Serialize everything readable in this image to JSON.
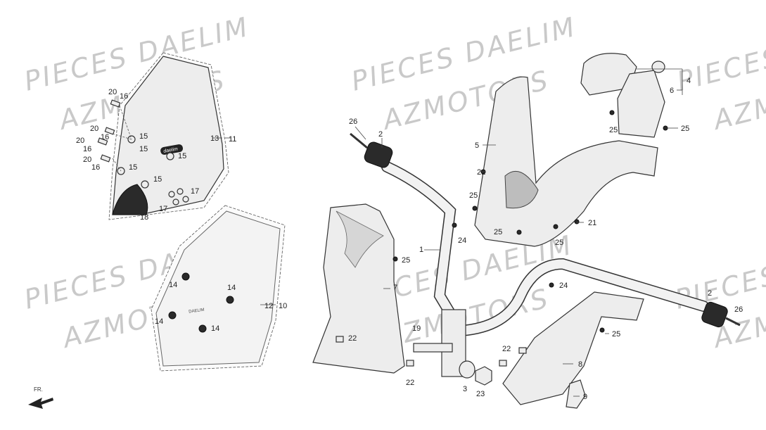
{
  "watermarks": [
    "PIECES DAELIM",
    "AZMOTORS",
    "PIECES DAELIM",
    "AZMOTORS",
    "PIECES DAELIM",
    "AZMOTORS",
    "PIECES DAELIM",
    "AZMOTORS",
    "PIECES",
    "AZM",
    "PIECES",
    "AZM"
  ],
  "direction_label": "FR.",
  "brand_text": {
    "windshield_logo": "daelim",
    "screen_logo": "DAELIM"
  },
  "callouts": {
    "c1": "1",
    "c2a": "2",
    "c2b": "2",
    "c3": "3",
    "c4": "4",
    "c5": "5",
    "c6": "6",
    "c7": "7",
    "c8": "8",
    "c9": "9",
    "c10": "10",
    "c11": "11",
    "c12": "12",
    "c13": "13",
    "c14a": "14",
    "c14b": "14",
    "c14c": "14",
    "c14d": "14",
    "c15a": "15",
    "c15b": "15",
    "c15c": "15",
    "c15d": "15",
    "c15e": "15",
    "c16a": "16",
    "c16b": "16",
    "c16c": "16",
    "c16d": "16",
    "c17a": "17",
    "c17b": "17",
    "c18": "18",
    "c19": "19",
    "c20a": "20",
    "c20b": "20",
    "c20c": "20",
    "c20d": "20",
    "c21a": "21",
    "c21b": "21",
    "c22a": "22",
    "c22b": "22",
    "c22c": "22",
    "c23": "23",
    "c24a": "24",
    "c24b": "24",
    "c25a": "25",
    "c25b": "25",
    "c25c": "25",
    "c25d": "25",
    "c25e": "25",
    "c25f": "25",
    "c26a": "26",
    "c26b": "26"
  }
}
